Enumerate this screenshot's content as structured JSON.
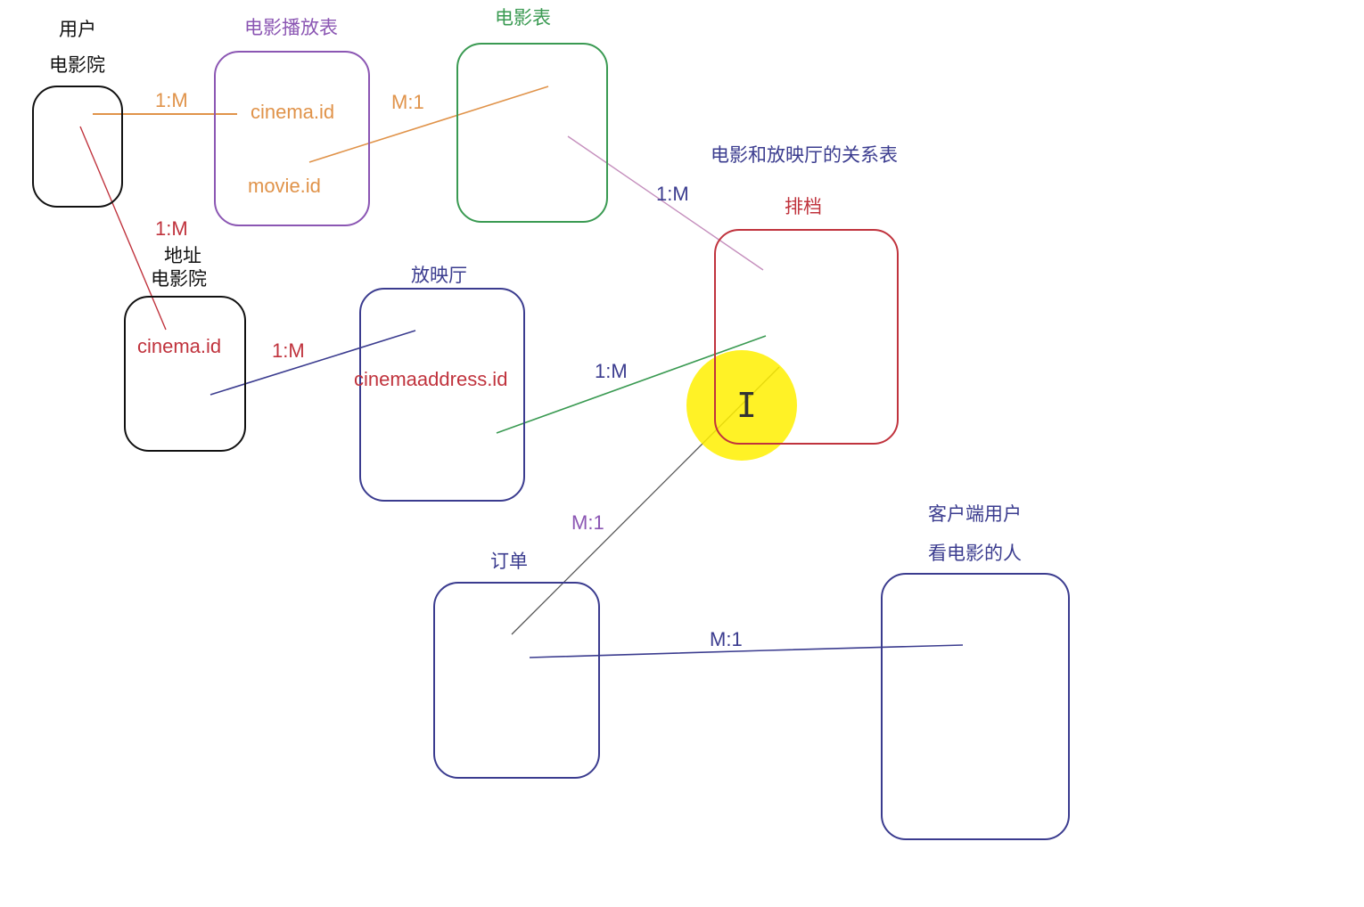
{
  "colors": {
    "black": "#111111",
    "purple": "#8b56b3",
    "orange": "#e0934a",
    "green": "#3a9a52",
    "navy": "#3b3c8f",
    "red": "#c0333d",
    "pink": "#c58fbd",
    "halo": "#fff000"
  },
  "tables": {
    "user_cinema": {
      "title1": "用户",
      "title2": "电影院"
    },
    "schedule_table": {
      "title": "电影播放表",
      "field1": "cinema.id",
      "field2": "movie.id"
    },
    "movie_table": {
      "title": "电影表"
    },
    "address_cinema": {
      "title1": "地址",
      "title2": "电影院",
      "field": "cinema.id"
    },
    "hall": {
      "title": "放映厅",
      "field": "cinemaaddress.id"
    },
    "arrangement": {
      "note": "电影和放映厅的关系表",
      "title": "排档"
    },
    "order": {
      "title": "订单"
    },
    "client_user": {
      "title1": "客户端用户",
      "title2": "看电影的人"
    }
  },
  "relations": {
    "cinema_to_schedule": "1:M",
    "schedule_to_movie": "M:1",
    "movie_to_arrangement": "1:M",
    "cinema_to_address": "1:M",
    "address_to_hall": "1:M",
    "hall_to_arrangement": "1:M",
    "order_to_arrangement": "M:1",
    "order_to_client": "M:1"
  },
  "cursor": {
    "icon": "text-cursor-icon"
  }
}
